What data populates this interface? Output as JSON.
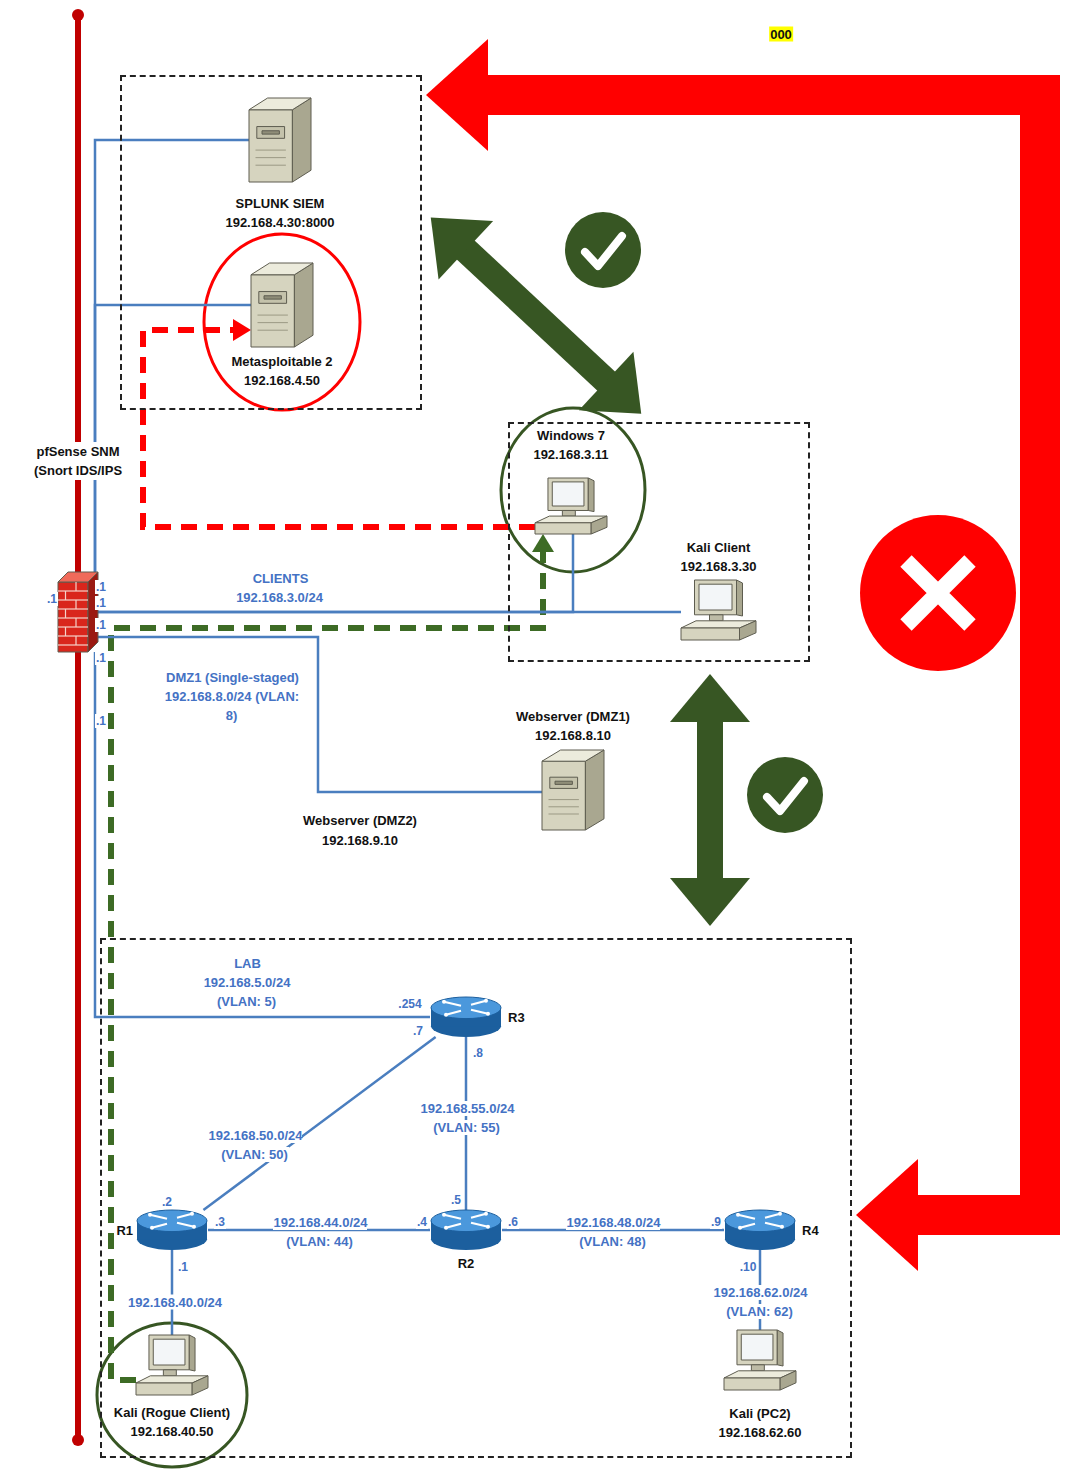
{
  "diagram": {
    "nodes": [
      {
        "text": []
      },
      {
        "text": [
          "SPLUNK SIEM",
          "192.168.4.30:8000"
        ],
        "in": 0
      },
      {
        "text": [
          "Metasploitable 2",
          "192.168.4.50"
        ],
        "in": 0
      },
      {
        "text": [
          "pfSense SNM (Snort IDS/IPS"
        ]
      },
      {
        "text": []
      },
      {
        "text": [
          "Windows 7",
          "192.168.3.11"
        ],
        "in": 4
      },
      {
        "text": [
          "Kali Client",
          "192.168.3.30"
        ],
        "in": 4
      },
      {
        "text": [
          "Webserver (DMZ1)",
          "192.168.8.10"
        ]
      },
      {
        "text": []
      },
      {
        "text": [
          "R3"
        ],
        "in": 8
      },
      {
        "text": [
          "R1"
        ],
        "in": 8
      },
      {
        "text": [
          "R2"
        ],
        "in": 8
      },
      {
        "text": [
          "R4"
        ],
        "in": 8
      },
      {
        "text": [
          "Kali (Rogue Client)",
          "192.168.40.50"
        ],
        "in": 8
      },
      {
        "text": [
          "Kali (PC2)",
          "192.168.62.60"
        ],
        "in": 8
      }
    ],
    "edges": [
      {
        "from": 0,
        "to": 4,
        "arrow": "both"
      },
      {
        "from": 4,
        "to": 8,
        "arrow": "both"
      },
      {
        "from": 0,
        "to": 8,
        "arrow": "both"
      },
      {
        "from": 5,
        "to": 2,
        "arrow": "to"
      },
      {
        "from": 13,
        "to": 5,
        "arrow": "to"
      },
      {
        "from": 3,
        "to": 1,
        "arrow": "none"
      },
      {
        "from": 3,
        "to": 2,
        "arrow": "none"
      },
      {
        "from": 3,
        "to": 6,
        "arrow": "none",
        "label": "CLIENTS 192.168.3.0/24"
      },
      {
        "from": 3,
        "to": 5,
        "arrow": "none"
      },
      {
        "from": 3,
        "to": 7,
        "arrow": "none",
        "label": "DMZ1 (Single-staged) 192.168.8.0/24 (VLAN: 8)"
      },
      {
        "from": 3,
        "to": 9,
        "arrow": "none",
        "label": "LAB 192.168.5.0/24 (VLAN: 5)"
      },
      {
        "from": 9,
        "to": 10,
        "arrow": "none",
        "label": "192.168.50.0/24 (VLAN: 50)"
      },
      {
        "from": 9,
        "to": 11,
        "arrow": "none",
        "label": "192.168.55.0/24 (VLAN: 55)"
      },
      {
        "from": 10,
        "to": 11,
        "arrow": "none",
        "label": "192.168.44.0/24 (VLAN: 44)"
      },
      {
        "from": 11,
        "to": 12,
        "arrow": "none",
        "label": "192.168.48.0/24 (VLAN: 48)"
      },
      {
        "from": 10,
        "to": 13,
        "arrow": "none",
        "label": "192.168.40.0/24"
      },
      {
        "from": 12,
        "to": 14,
        "arrow": "none",
        "label": "192.168.62.0/24 (VLAN: 62)"
      }
    ],
    "labels": [
      "000",
      ".1",
      ".1",
      ".1",
      ".1",
      ".1",
      ".1",
      "Webserver (DMZ2)",
      "192.168.9.10",
      ".254",
      ".7",
      ".8",
      ".2",
      ".3",
      ".4",
      ".5",
      ".6",
      ".9",
      ".1",
      ".10"
    ]
  }
}
